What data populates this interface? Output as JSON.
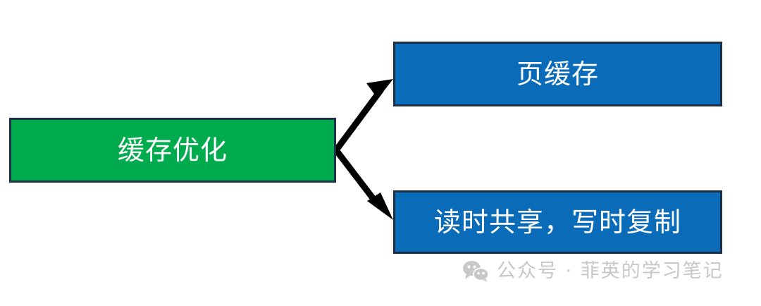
{
  "diagram": {
    "title": "缓存优化",
    "background_color": "#ffffff",
    "nodes": [
      {
        "id": "cache-optimization",
        "label": "缓存优化",
        "role": "root",
        "fill_color": "#00ab4e",
        "border_color": "#1b2f46",
        "text_color": "#ffffff"
      },
      {
        "id": "page-cache",
        "label": "页缓存",
        "role": "child",
        "fill_color": "#0a6cb8",
        "border_color": "#1b2f46",
        "text_color": "#ffffff"
      },
      {
        "id": "copy-on-write",
        "label": "读时共享，写时复制",
        "role": "child",
        "fill_color": "#0a6cb8",
        "border_color": "#1b2f46",
        "text_color": "#ffffff"
      }
    ],
    "edges": [
      {
        "id": "edge-to-page-cache",
        "from": "cache-optimization",
        "to": "page-cache",
        "color": "#000000",
        "style": "solid-arrow"
      },
      {
        "id": "edge-to-copy-on-write",
        "from": "cache-optimization",
        "to": "copy-on-write",
        "color": "#000000",
        "style": "solid-arrow"
      }
    ]
  },
  "watermark": {
    "icon": "wechat-icon",
    "text": "公众号 · 菲英的学习笔记",
    "color": "#c8c8c8"
  }
}
